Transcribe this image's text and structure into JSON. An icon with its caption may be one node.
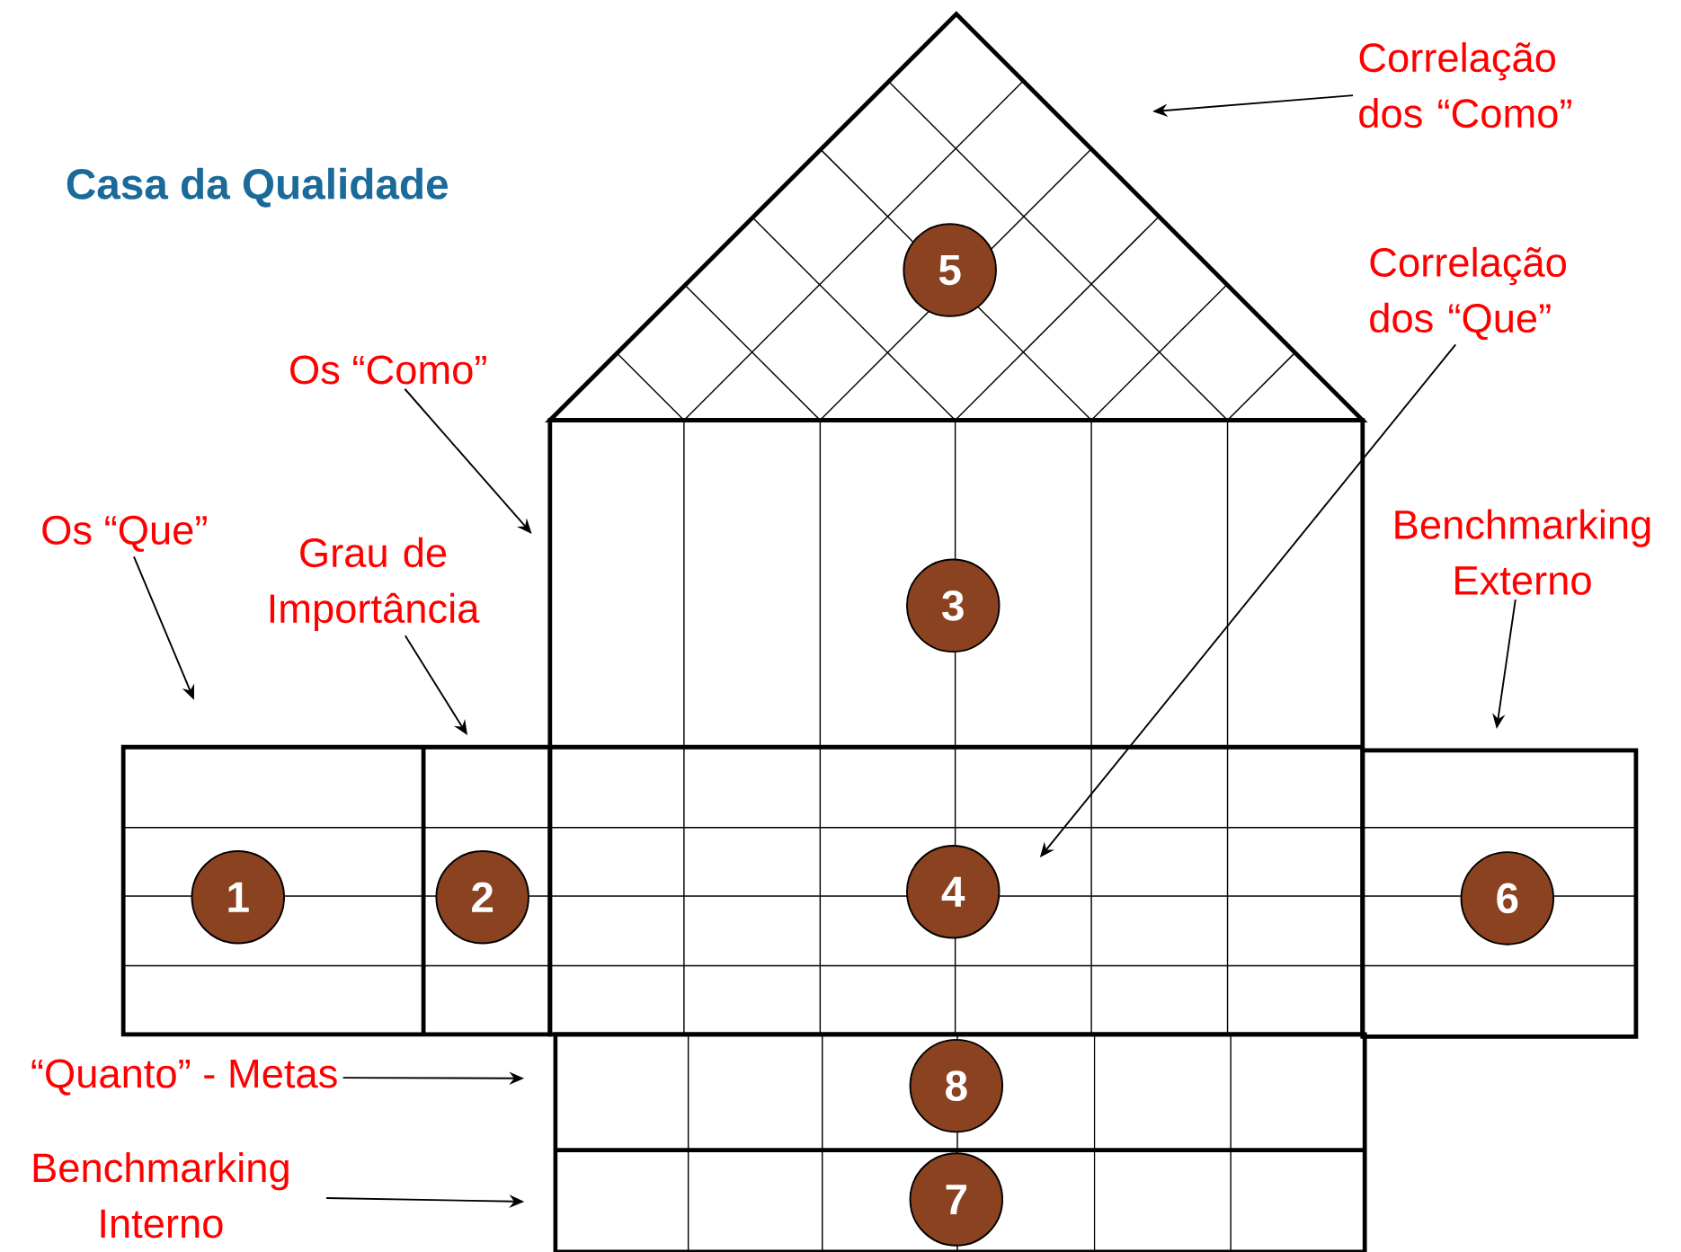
{
  "diagram": {
    "title": "Casa da Qualidade",
    "nodes": [
      {
        "text": [
          "Correlação dos “Como”"
        ]
      },
      {
        "text": [
          "Correlação dos “Que”"
        ]
      },
      {
        "text": [
          "Os “Como”"
        ]
      },
      {
        "text": [
          "Os “Que”"
        ]
      },
      {
        "text": [
          "Grau de Importância"
        ]
      },
      {
        "text": [
          "Benchmarking Externo"
        ]
      },
      {
        "text": [
          "“Quanto” - Metas"
        ]
      },
      {
        "text": [
          "Benchmarking Interno"
        ]
      },
      {
        "text": [
          "5"
        ]
      },
      {
        "text": [
          "3"
        ]
      },
      {
        "text": [
          "1"
        ]
      },
      {
        "text": [
          "2"
        ]
      },
      {
        "text": [
          "4"
        ]
      },
      {
        "text": [
          "6"
        ]
      },
      {
        "text": [
          "8"
        ]
      },
      {
        "text": [
          "7"
        ]
      }
    ],
    "edges": [
      {
        "from": 0,
        "to": null,
        "arrow": "to"
      },
      {
        "from": 1,
        "to": null,
        "arrow": "to"
      },
      {
        "from": 2,
        "to": null,
        "arrow": "to"
      },
      {
        "from": 3,
        "to": null,
        "arrow": "to"
      },
      {
        "from": 4,
        "to": null,
        "arrow": "to"
      },
      {
        "from": 5,
        "to": null,
        "arrow": "to"
      },
      {
        "from": 6,
        "to": null,
        "arrow": "to"
      },
      {
        "from": 7,
        "to": null,
        "arrow": "to"
      }
    ]
  }
}
